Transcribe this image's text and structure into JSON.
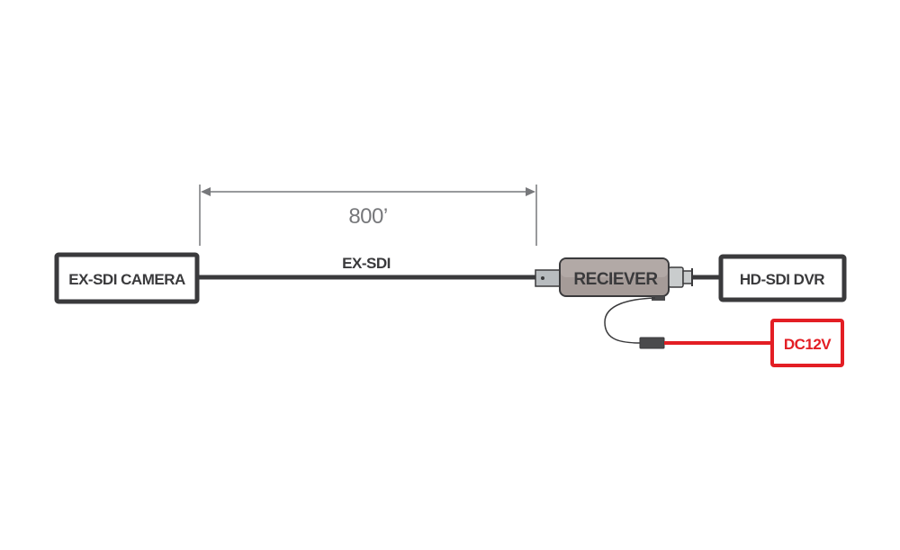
{
  "diagram": {
    "distance_label": "800’",
    "cable_label": "EX-SDI",
    "camera_label": "EX-SDI CAMERA",
    "receiver_label": "RECIEVER",
    "dvr_label": "HD-SDI DVR",
    "power_label": "DC12V"
  },
  "colors": {
    "dark": "#3a3a3c",
    "dimension": "#77787b",
    "receiver_body": "#a59b98",
    "power": "#e31e24"
  }
}
